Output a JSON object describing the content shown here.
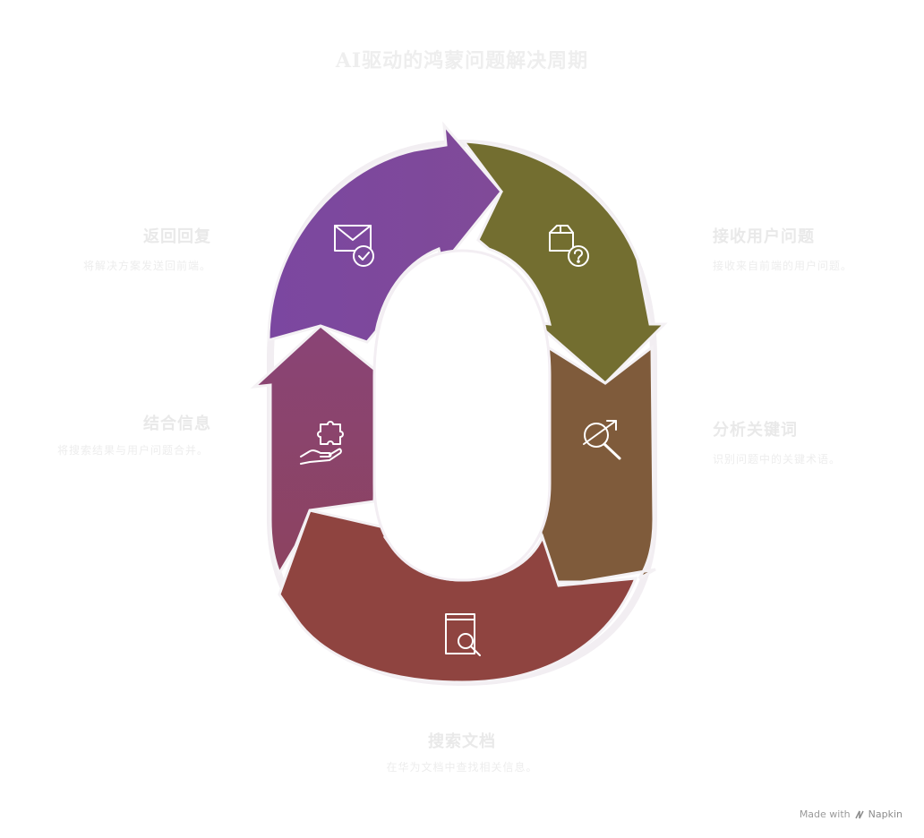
{
  "title": "AI驱动的鸿蒙问题解决周期",
  "steps": [
    {
      "id": "receive",
      "label": "接收用户问题",
      "desc": "接收来自前端的用户问题。",
      "color": "#736e30",
      "icon": "box-question-icon"
    },
    {
      "id": "analyze",
      "label": "分析关键词",
      "desc": "识别问题中的关键术语。",
      "color": "#7f5b3b",
      "icon": "search-arrow-icon"
    },
    {
      "id": "search",
      "label": "搜索文档",
      "desc": "在华为文档中查找相关信息。",
      "color": "#8f4440",
      "icon": "document-search-icon"
    },
    {
      "id": "combine",
      "label": "结合信息",
      "desc": "将搜索结果与用户问题合并。",
      "color": "#8a4470",
      "icon": "hand-puzzle-icon"
    },
    {
      "id": "return",
      "label": "返回回复",
      "desc": "将解决方案发送回前端。",
      "color": "#7b4a9b",
      "icon": "mail-check-icon"
    }
  ],
  "footer": {
    "made_with": "Made with",
    "brand": "Napkin"
  }
}
